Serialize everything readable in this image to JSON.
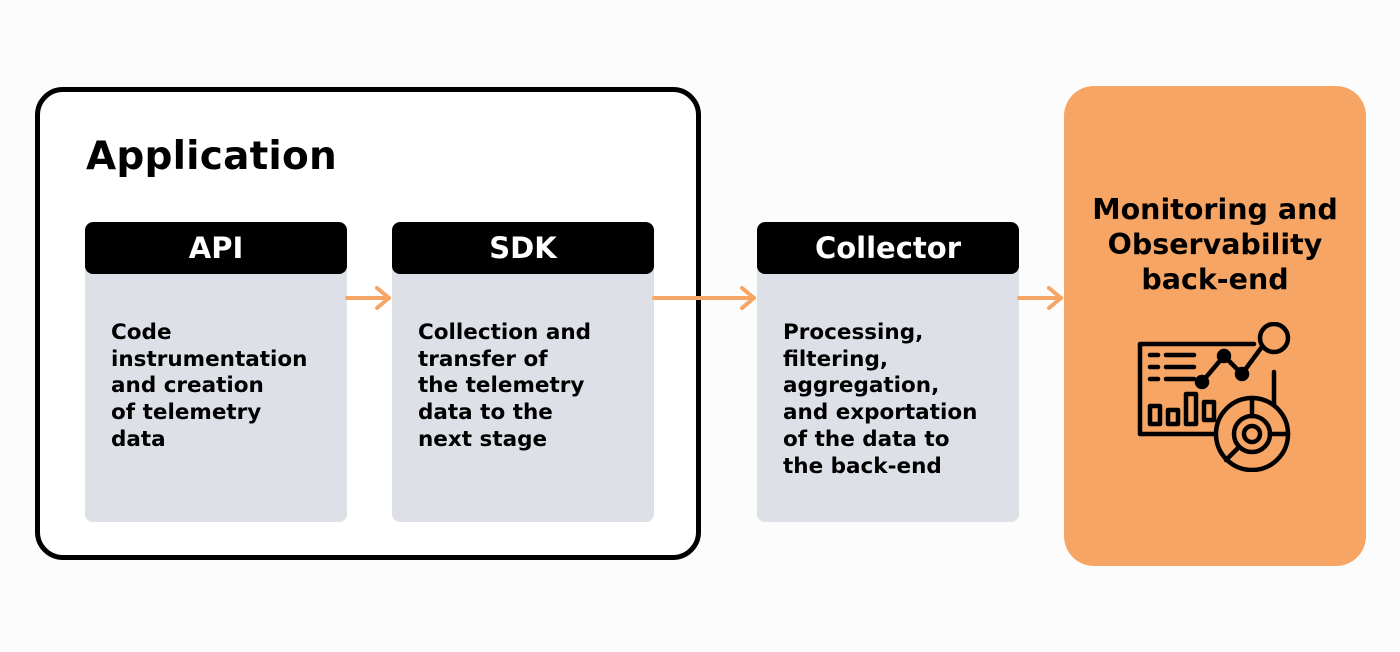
{
  "application": {
    "title": "Application"
  },
  "stages": {
    "api": {
      "title": "API",
      "description": "Code\ninstrumentation\nand creation\nof telemetry\ndata"
    },
    "sdk": {
      "title": "SDK",
      "description": "Collection and\ntransfer of\nthe telemetry\ndata to the\nnext stage"
    },
    "collector": {
      "title": "Collector",
      "description": "Processing,\nfiltering,\naggregation,\nand exportation\nof the data to\nthe back-end"
    }
  },
  "backend": {
    "title": "Monitoring and\nObservability\nback-end",
    "icon": "monitoring-dashboard-icon"
  },
  "colors": {
    "accent": "#f6a564",
    "stage_bg": "#dee0e8",
    "header_bg": "#000000",
    "arrow": "#f6a564"
  }
}
